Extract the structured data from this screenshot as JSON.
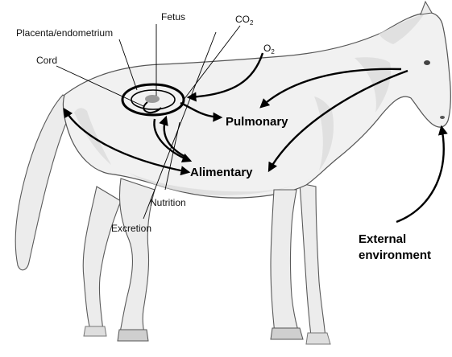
{
  "labels": {
    "fetus": "Fetus",
    "placenta": "Placenta/endometrium",
    "cord": "Cord",
    "co2_main": "CO",
    "co2_sub": "2",
    "o2_main": "O",
    "o2_sub": "2",
    "pulmonary": "Pulmonary",
    "alimentary": "Alimentary",
    "nutrition": "Nutrition",
    "excretion": "Excretion",
    "external_line1": "External",
    "external_line2": "environment"
  },
  "colors": {
    "arrow": "#000000",
    "fetus_fill": "#9a9a9a",
    "horse_fill": "#f1f1f1",
    "horse_outline": "#555555"
  },
  "illustration": {
    "subject": "horse-side-view"
  }
}
